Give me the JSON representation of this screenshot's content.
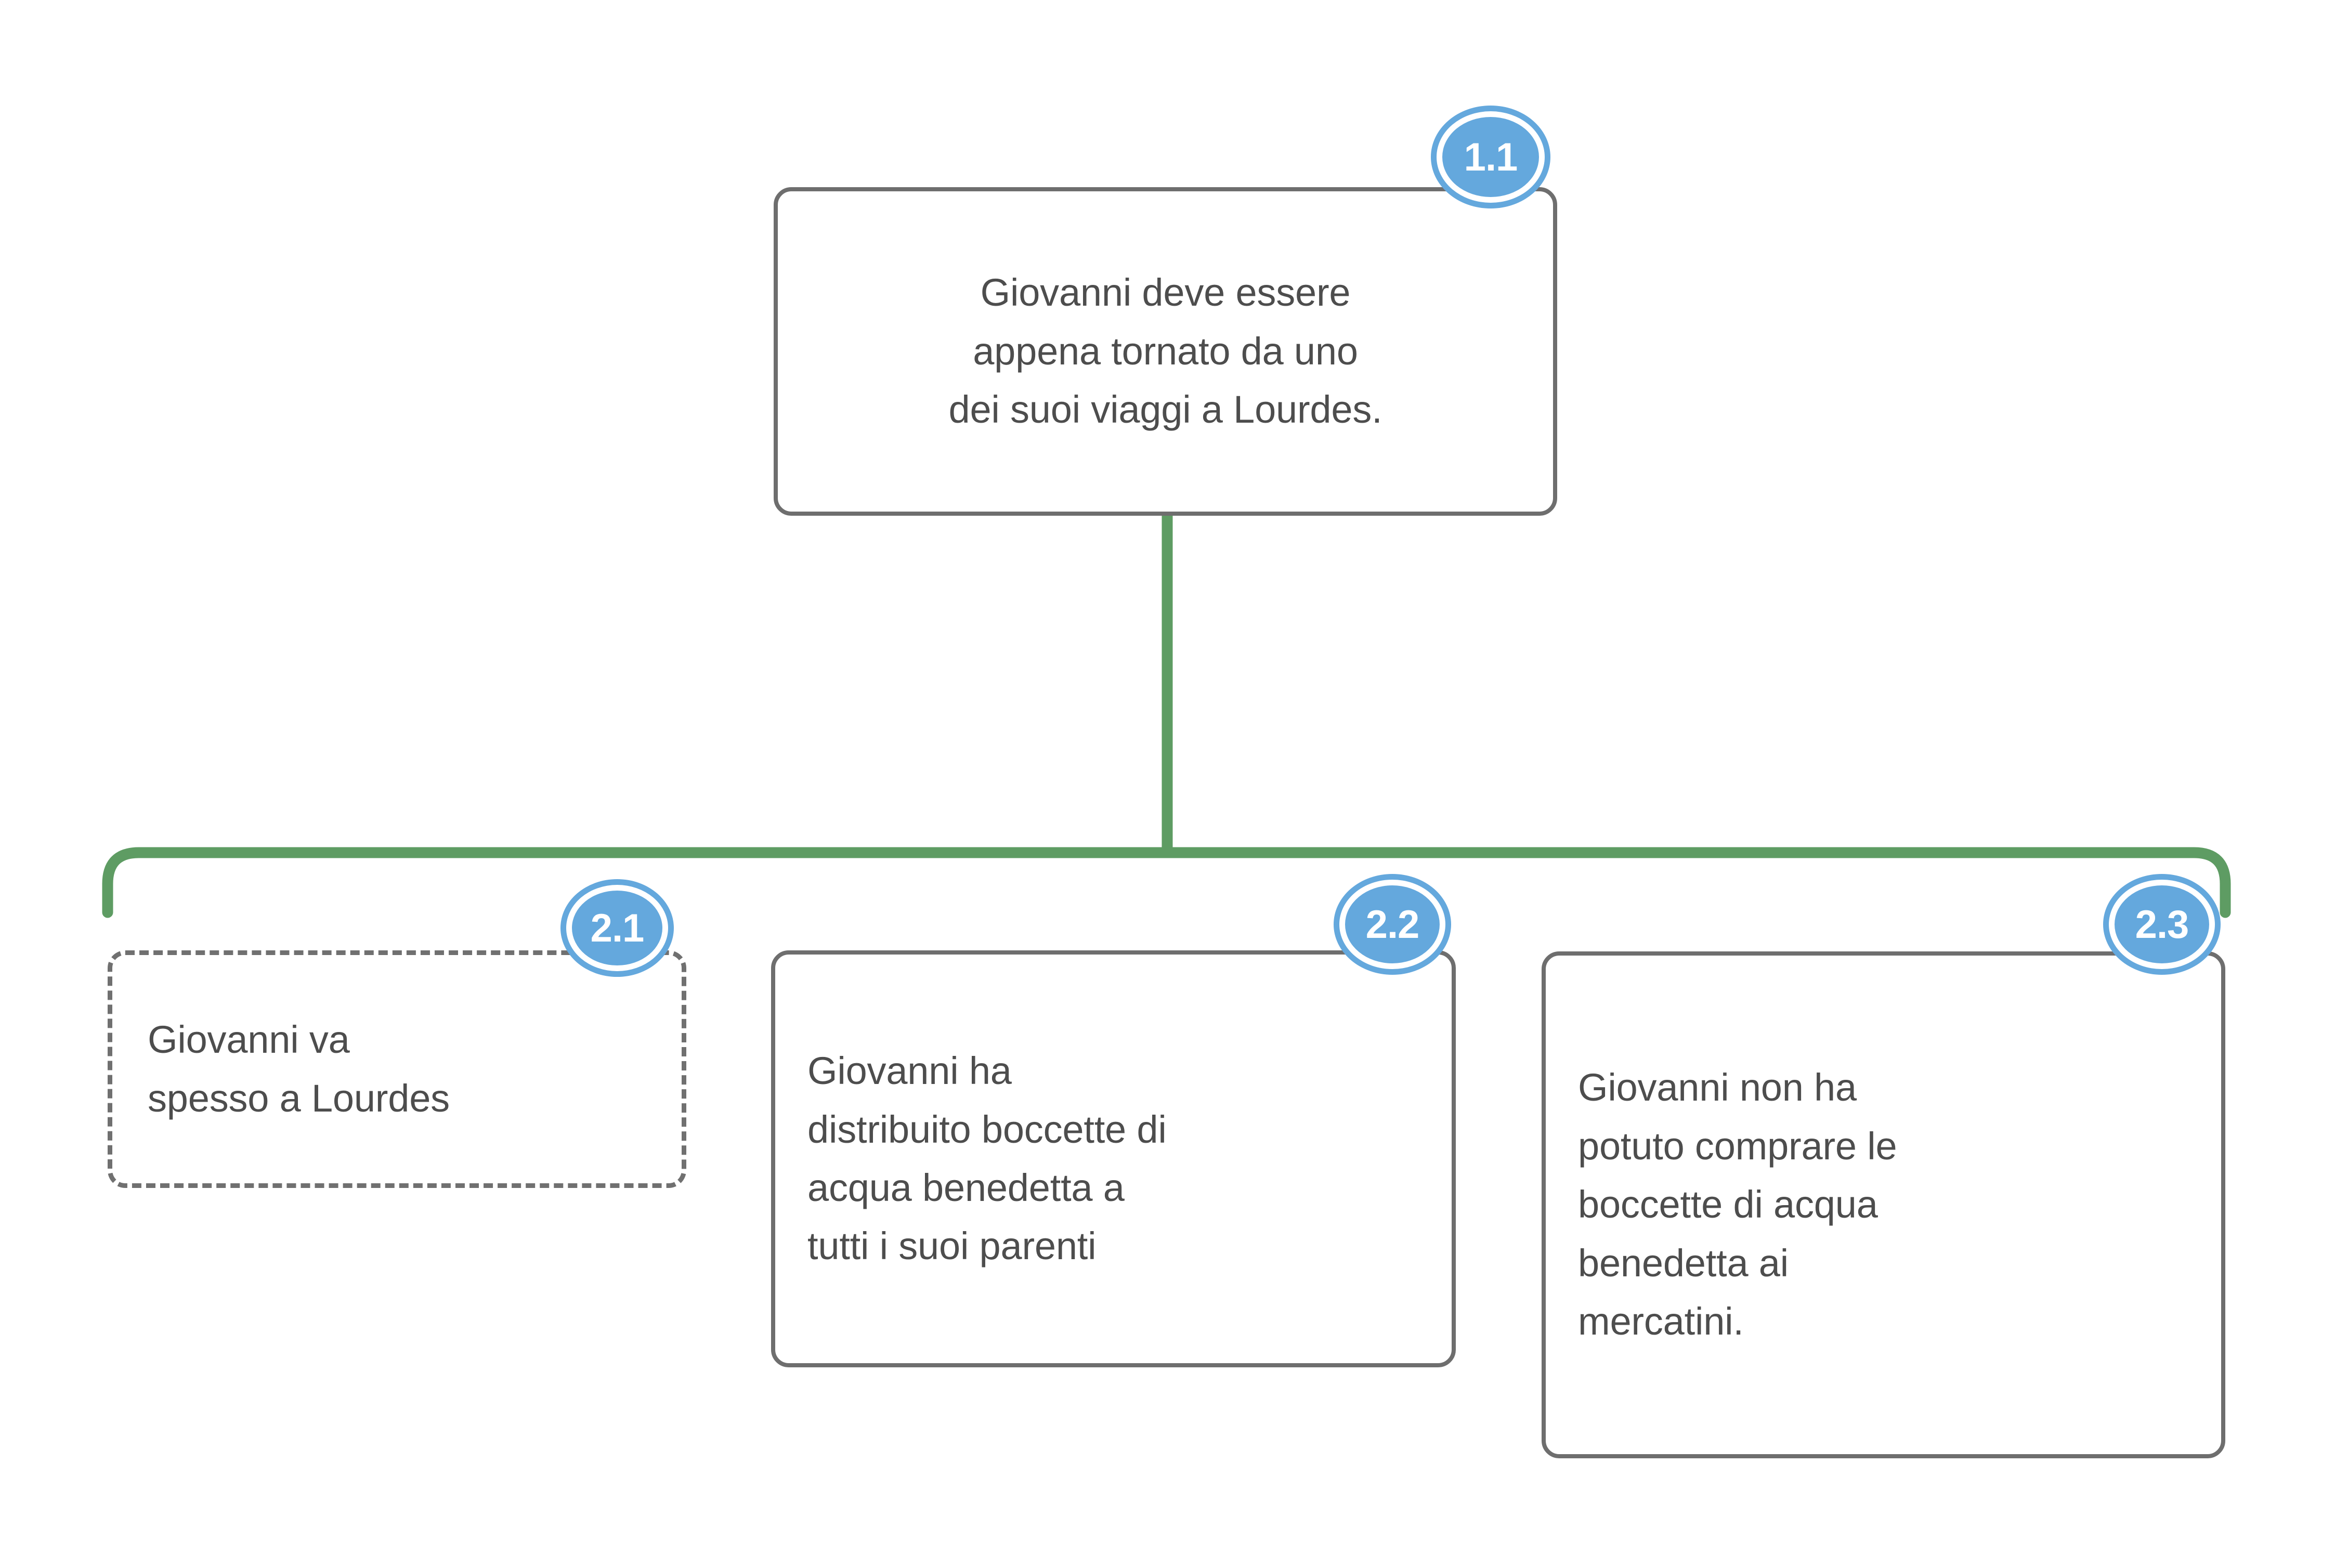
{
  "diagram": {
    "type": "argument-map",
    "background_color": "#ffffff",
    "connector_color": "#5e9c63",
    "box_border_color": "#6e6e6e",
    "text_color": "#4d4d4d",
    "badge_color": "#64a8dd",
    "badge_text_color": "#ffffff"
  },
  "nodes": [
    {
      "id": "1.1",
      "badge": "1.1",
      "text": "Giovanni deve essere\nappena tornato da uno\ndei suoi viaggi a Lourdes.",
      "align": "center",
      "border_style": "solid",
      "level": 1
    },
    {
      "id": "2.1",
      "badge": "2.1",
      "text": "Giovanni va\nspesso a Lourdes",
      "align": "left",
      "border_style": "dashed",
      "level": 2
    },
    {
      "id": "2.2",
      "badge": "2.2",
      "text": "Giovanni ha\ndistribuito boccette di\nacqua benedetta a\ntutti i suoi parenti",
      "align": "left",
      "border_style": "solid",
      "level": 2
    },
    {
      "id": "2.3",
      "badge": "2.3",
      "text": "Giovanni non ha\npotuto comprare le\nboccette di acqua\nbenedetta ai\nmercatini.",
      "align": "left",
      "border_style": "solid",
      "level": 2
    }
  ],
  "edges": [
    {
      "from": "1.1",
      "to": "2.1"
    },
    {
      "from": "1.1",
      "to": "2.2"
    },
    {
      "from": "1.1",
      "to": "2.3"
    }
  ]
}
